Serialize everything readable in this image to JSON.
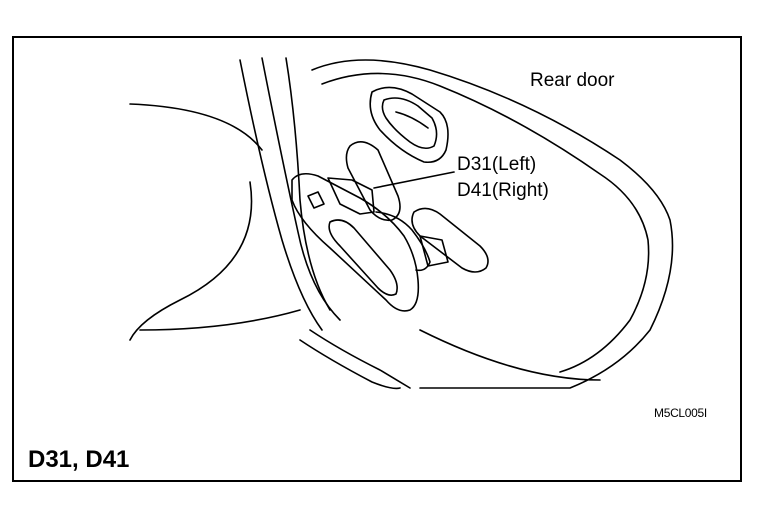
{
  "figure": {
    "area_label": "Rear door",
    "callout_left": "D31(Left)",
    "callout_right": "D41(Right)",
    "figure_code": "M5CL005I",
    "caption": "D31, D41"
  }
}
